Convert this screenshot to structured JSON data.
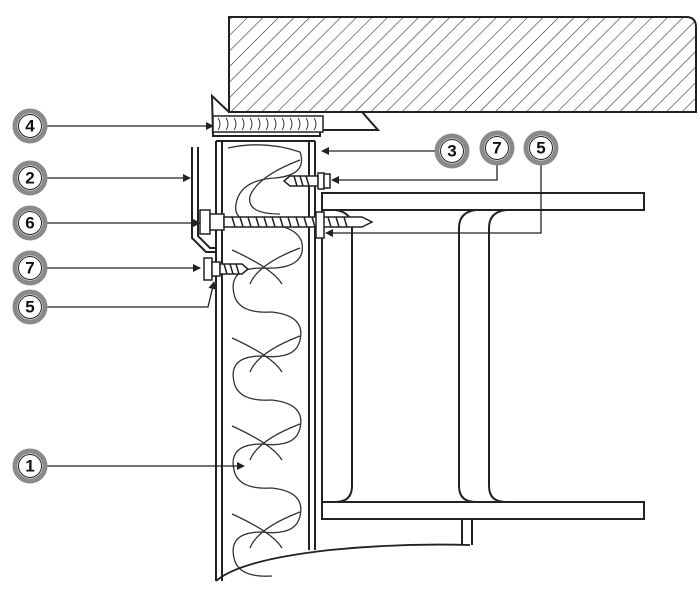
{
  "colors": {
    "background": "#ffffff",
    "line": "#222222",
    "callout_ring": "#8a8a8a",
    "callout_fill": "#ffffff"
  },
  "callouts": [
    {
      "id": "c4",
      "label": "4"
    },
    {
      "id": "c3",
      "label": "3"
    },
    {
      "id": "c7a",
      "label": "7"
    },
    {
      "id": "c5a",
      "label": "5"
    },
    {
      "id": "c2",
      "label": "2"
    },
    {
      "id": "c6",
      "label": "6"
    },
    {
      "id": "c7b",
      "label": "7"
    },
    {
      "id": "c5b",
      "label": "5"
    },
    {
      "id": "c1",
      "label": "1"
    }
  ]
}
